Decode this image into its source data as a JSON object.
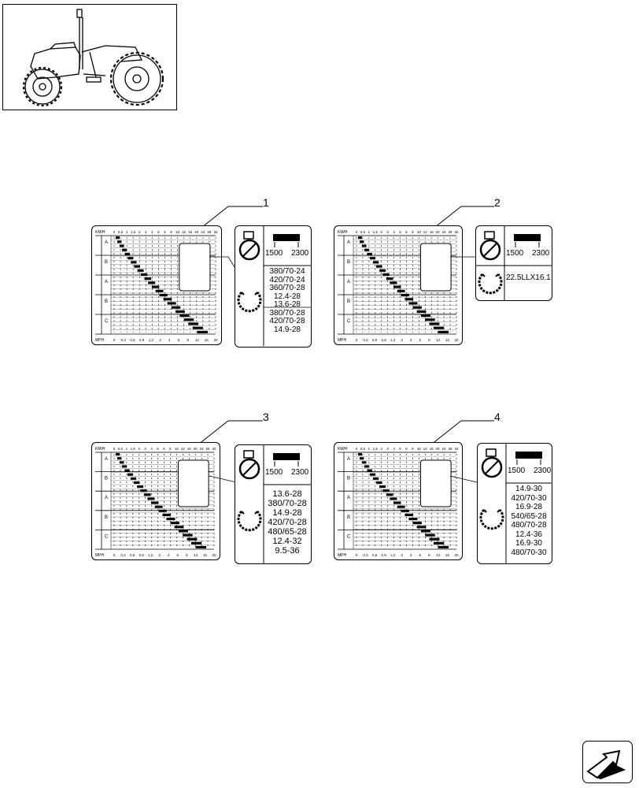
{
  "decals": [
    {
      "callout": "1",
      "rpm_low": "1500",
      "rpm_high": "2300",
      "tyre_sizes": [
        "380/70-24",
        "420/70-24",
        "360/70-28",
        "12.4-28",
        "13.6-28",
        "380/70-28",
        "420/70-28",
        "14.9-28"
      ]
    },
    {
      "callout": "2",
      "rpm_low": "1500",
      "rpm_high": "2300",
      "tyre_sizes": [
        "22.5LLX16.1"
      ]
    },
    {
      "callout": "3",
      "rpm_low": "1500",
      "rpm_high": "2300",
      "tyre_sizes": [
        "13.6-28",
        "380/70-28",
        "14.9-28",
        "420/70-28",
        "480/65-28",
        "12.4-32",
        "9.5-36"
      ]
    },
    {
      "callout": "4",
      "rpm_low": "1500",
      "rpm_high": "2300",
      "tyre_sizes": [
        "14.9-30",
        "420/70-30",
        "16.9-28",
        "540/65-28",
        "480/70-28",
        "12.4-36",
        "16.9-30",
        "480/70-30"
      ]
    }
  ],
  "chart": {
    "kmh_label": "KM/H",
    "mph_label": "MPH",
    "kmh_ticks": [
      "0",
      "0,5",
      "1",
      "1,5",
      "2",
      "3",
      "4",
      "5",
      "6",
      "8",
      "10",
      "12",
      "16",
      "20",
      "24",
      "28",
      "32"
    ],
    "mph_ticks": [
      "0",
      "0,3",
      "0,6",
      "0,9",
      "1,2",
      "2",
      "4",
      "6",
      "8",
      "12",
      "16",
      "20"
    ],
    "ranges": [
      "A",
      "B",
      "A",
      "B",
      "C"
    ]
  },
  "icons": [
    "tractor-thumbnail",
    "engine-speed-icon",
    "tyre-icon",
    "next-page-arrow-icon"
  ]
}
